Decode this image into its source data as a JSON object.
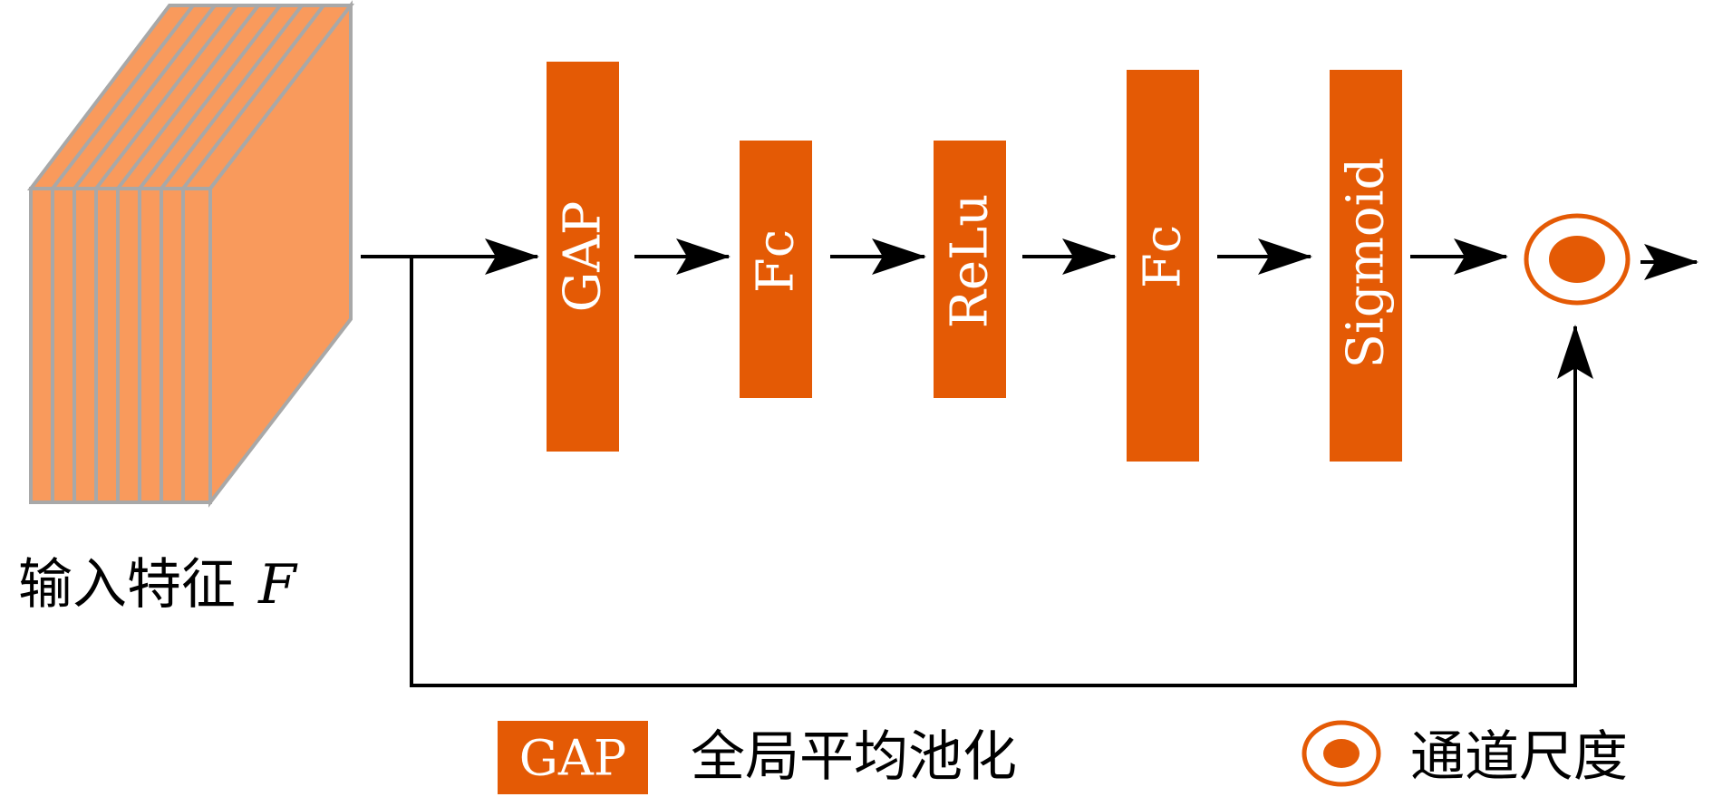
{
  "colors": {
    "block": "#E45A05",
    "feature_face": "#F99A5C",
    "feature_edge": "#A8A8A8",
    "line": "#000000",
    "label_text": "#FFFFFF"
  },
  "input_feature": {
    "label": "输入特征",
    "symbol": "F"
  },
  "blocks": [
    {
      "label": "GAP"
    },
    {
      "label": "Fc"
    },
    {
      "label": "ReLu"
    },
    {
      "label": "Fc"
    },
    {
      "label": "Sigmoid"
    }
  ],
  "operator": {
    "icon": "channel-scale-icon"
  },
  "legend": {
    "gap_label": "GAP",
    "gap_desc": "全局平均池化",
    "scale_icon": "channel-scale-icon",
    "scale_desc": "通道尺度"
  }
}
